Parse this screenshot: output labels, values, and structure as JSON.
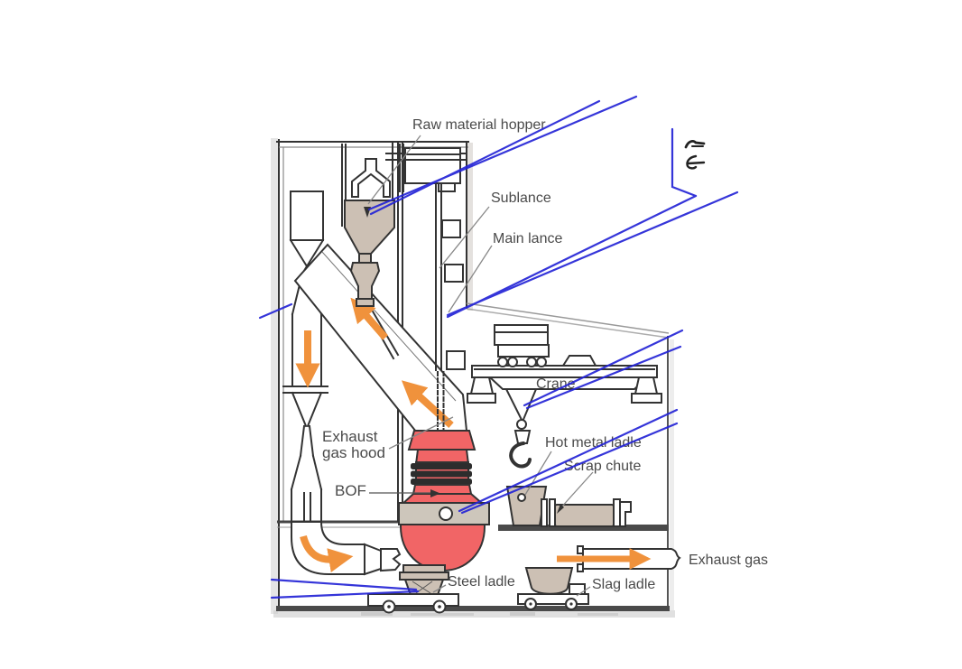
{
  "labels": {
    "raw_material_hopper": "Raw material hopper",
    "sublance": "Sublance",
    "main_lance": "Main lance",
    "crane": "Crane",
    "hot_metal_ladle": "Hot metal ladle",
    "scrap_chute": "Scrap chute",
    "exhaust_gas_hood_line1": "Exhaust",
    "exhaust_gas_hood_line2": "gas hood",
    "bof": "BOF",
    "steel_ladle": "Steel ladle",
    "slag_ladle": "Slag ladle",
    "exhaust_gas": "Exhaust gas"
  },
  "colors": {
    "annotation_blue": "#2424d6",
    "vessel_red": "#f16566",
    "vessel_ring_dark": "#2d2d2d",
    "equipment_tan": "#ccc0b4",
    "trunnion_gray": "#cdc6bb",
    "arrow_orange": "#f0923c",
    "outline": "#333333",
    "label_gray": "#4a4a4a",
    "ground_gray": "#4a4a4a"
  }
}
